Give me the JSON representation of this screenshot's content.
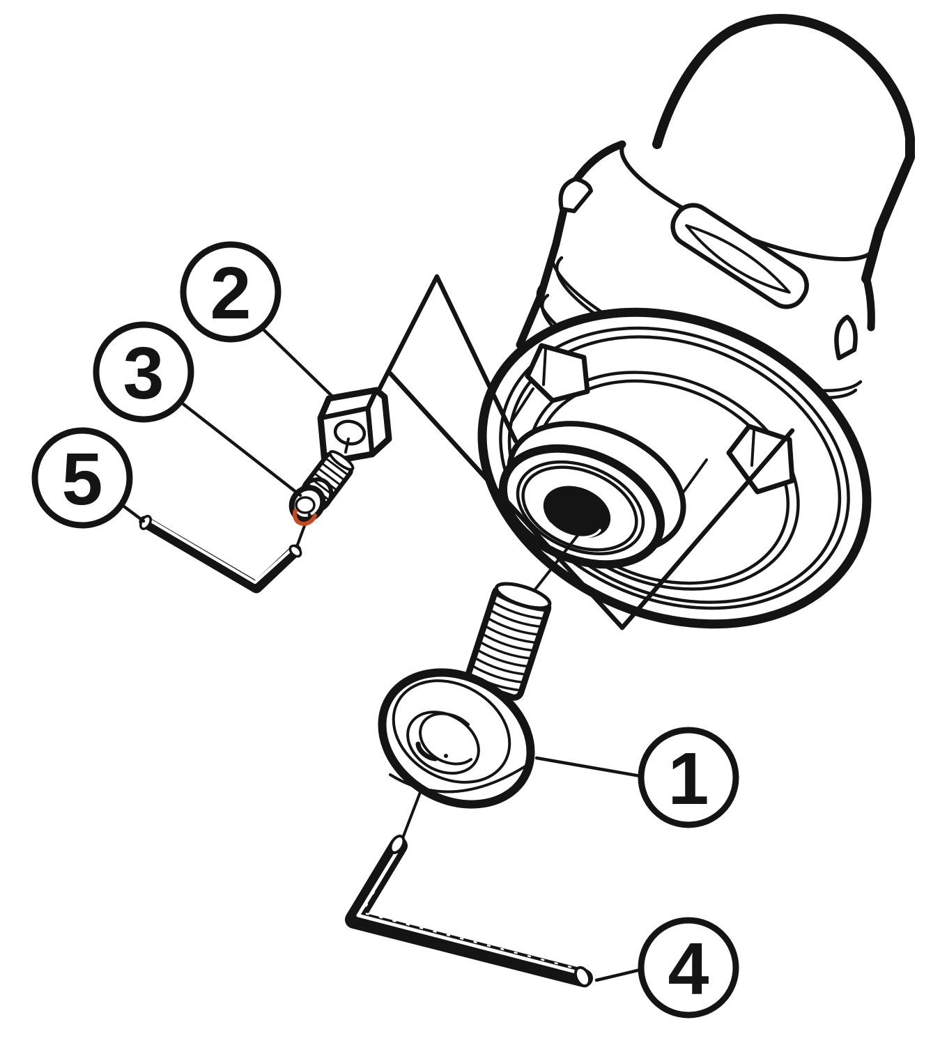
{
  "figure": {
    "type": "exploded-parts-diagram",
    "description": "Technical exploded view line drawing of a tool-holder clamping unit with numbered spare-part callouts",
    "background": "#ffffff"
  },
  "colors": {
    "line": "#141414",
    "accent_orange": "#c9481f",
    "fill": "#ffffff"
  },
  "balloons": [
    {
      "label": "1"
    },
    {
      "label": "2"
    },
    {
      "label": "3"
    },
    {
      "label": "4"
    },
    {
      "label": "5"
    }
  ]
}
